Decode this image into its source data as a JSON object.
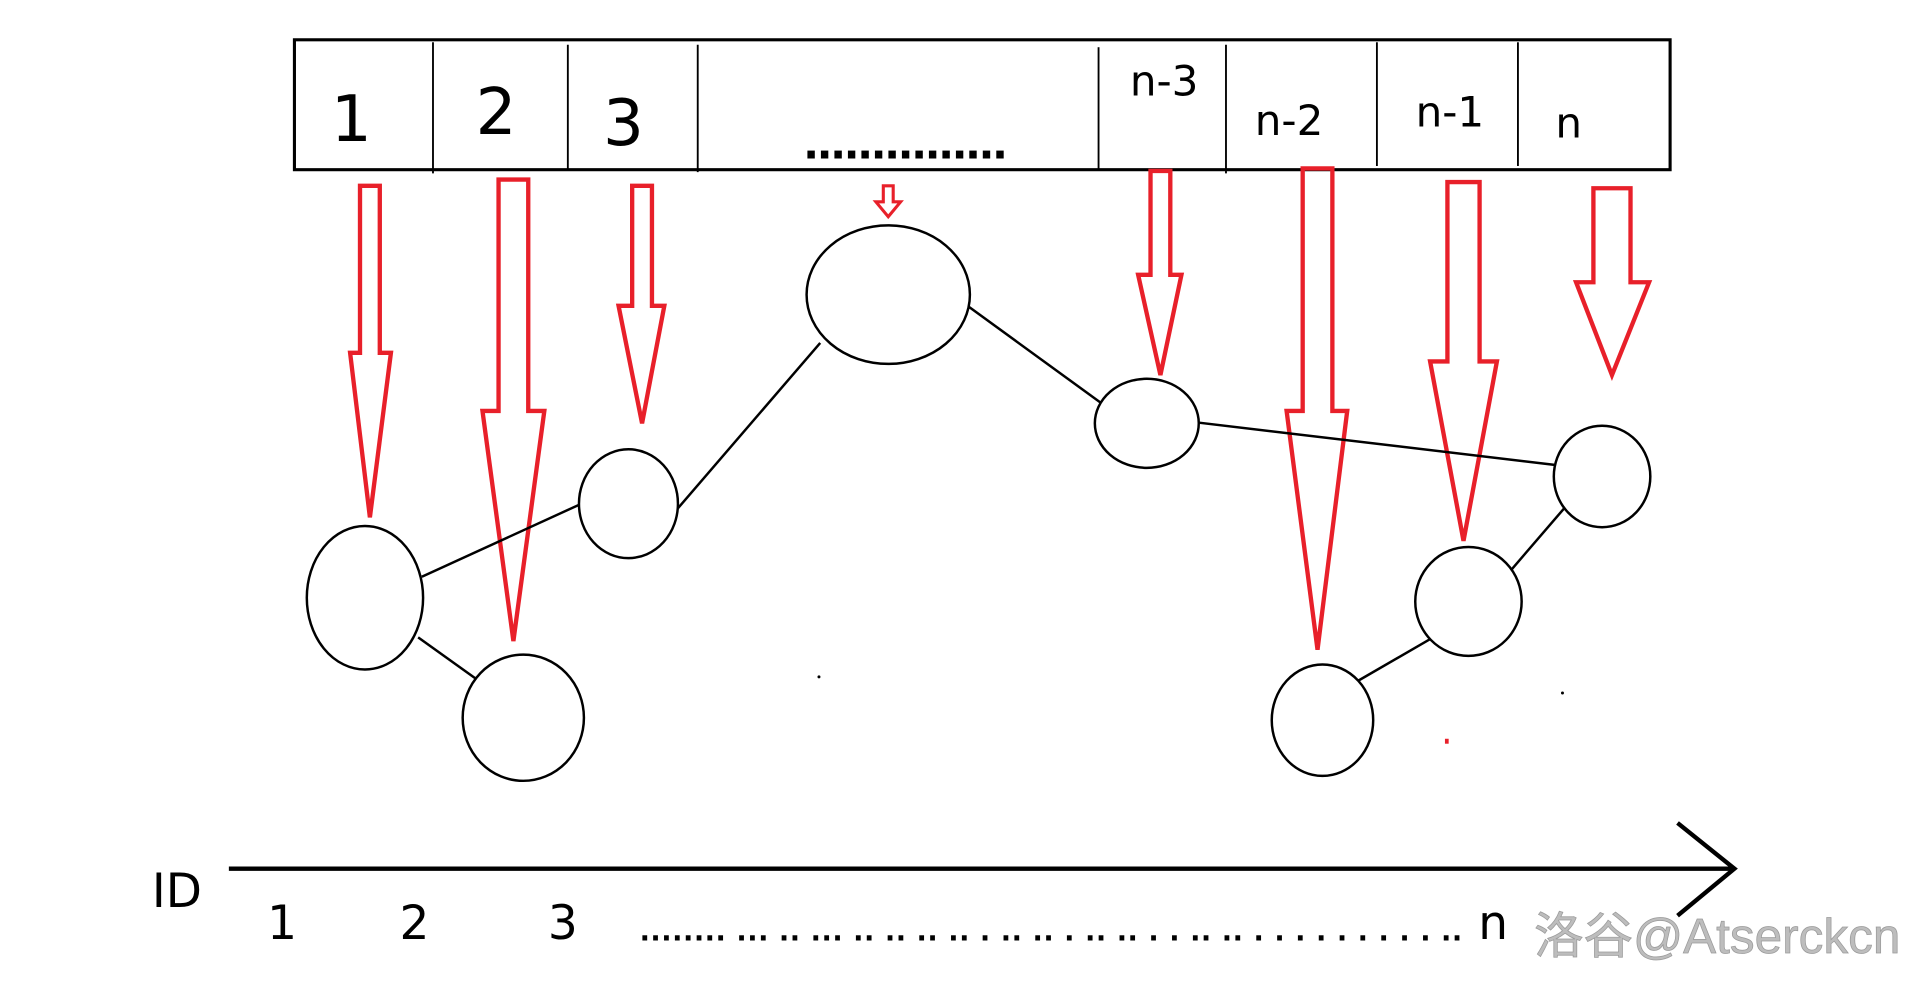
{
  "array": {
    "cells": [
      "1",
      "2",
      "3",
      "...............",
      "n-3",
      "n-2",
      "n-1",
      "n"
    ]
  },
  "axis": {
    "label": "ID",
    "ticks": [
      "1",
      "2",
      "3"
    ],
    "ellipsis": "........ ... .. ... .. .. .. .. . .. .. . .. .. . . .. .. . . . . . . . . . ..",
    "last_tick": "n"
  },
  "watermark": "洛谷@Atserckcn",
  "colors": {
    "arrow": "#e8202a",
    "stroke": "#000000"
  }
}
